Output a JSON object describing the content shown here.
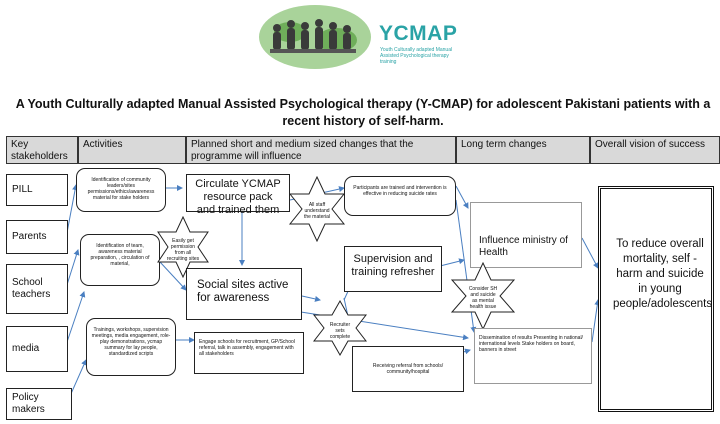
{
  "logo": {
    "brand": "YCMAP",
    "tagline": "Youth Culturally adapted Manual Assisted Psychological therapy training"
  },
  "title": "A Youth Culturally adapted Manual Assisted Psychological therapy (Y-CMAP) for adolescent Pakistani patients with a recent history of self-harm.",
  "headers": {
    "stakeholders": "Key stakeholders",
    "activities": "Activities",
    "planned": "Planned short and medium sized changes that the programme will influence",
    "long_term": "Long term changes",
    "vision": "Overall vision of success"
  },
  "stakeholders": [
    "PILL",
    "Parents",
    "School teachers",
    "media",
    "Policy makers"
  ],
  "activities": {
    "a1": "Identification of community leaders/sites permissions/ethics/awareness material for stake holders",
    "a2": "Identification of team, awareness material preparation, , circulation of material,",
    "a3": "Trainings, workshops, supervision meetings, media engagement, role-play demonstrations, ycmap summary for lay people, standardized scripts"
  },
  "planned": {
    "circulate": "Circulate YCMAP resource pack and trained them",
    "permission_star": "Easily get permission from all recruiting sites",
    "social_sites": "Social sites active for awareness",
    "engage_schools": "Engage schools for recruitment, GP/School referral, talk in assembly, engagement with all stakeholders",
    "staff_star": "All staff understand the material",
    "participants": "Participants are trained and intervention is effective in reducing suicide rates",
    "supervision": "Supervision and training refresher",
    "recruiter_star": "Recruiter sets complete",
    "referral": "Receiving referral from schools/ community/hospital"
  },
  "long_term": {
    "ministry": "Influence ministry of Health",
    "consider_star": "Consider SH and suicide as mental health issue",
    "dissemination": "Dissemination of results Presenting in national/ international levels Stake holders on board, banners in street"
  },
  "vision": "To reduce overall mortality, self -harm and suicide in young people/adolescents",
  "colors": {
    "arrow": "#4a7fc1",
    "header_bg": "#d9d9d9"
  }
}
